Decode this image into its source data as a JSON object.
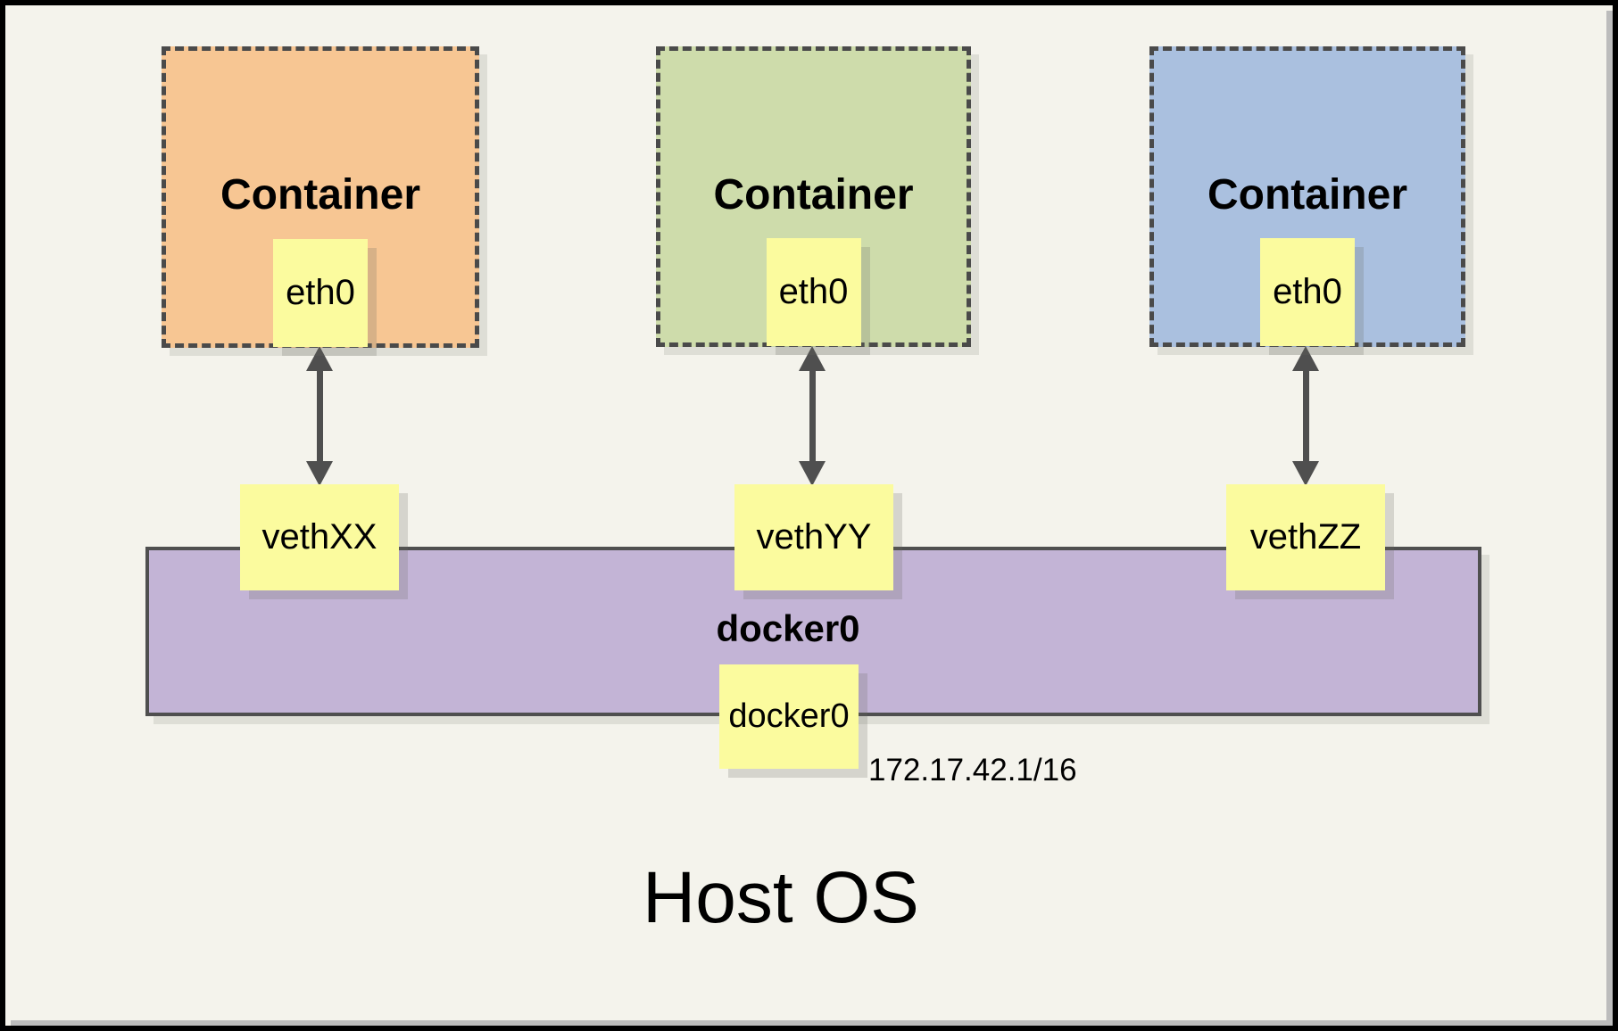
{
  "diagram": {
    "host_label": "Host OS",
    "containers": [
      {
        "title": "Container",
        "interface": "eth0",
        "veth": "vethXX",
        "fill": "#f7c693"
      },
      {
        "title": "Container",
        "interface": "eth0",
        "veth": "vethYY",
        "fill": "#cedcab"
      },
      {
        "title": "Container",
        "interface": "eth0",
        "veth": "vethZZ",
        "fill": "#aac0df"
      }
    ],
    "bridge": {
      "label": "docker0",
      "interface_label": "docker0",
      "ip": "172.17.42.1/16",
      "fill": "#c3b4d6"
    },
    "colors": {
      "background": "#f4f3ec",
      "note_yellow": "#fbfb9e",
      "dashed_border": "#4a4a4a",
      "arrow_gray": "#4f4f4f",
      "frame_black": "#000000",
      "frame_shadow_gray": "#bcbcbc"
    }
  }
}
